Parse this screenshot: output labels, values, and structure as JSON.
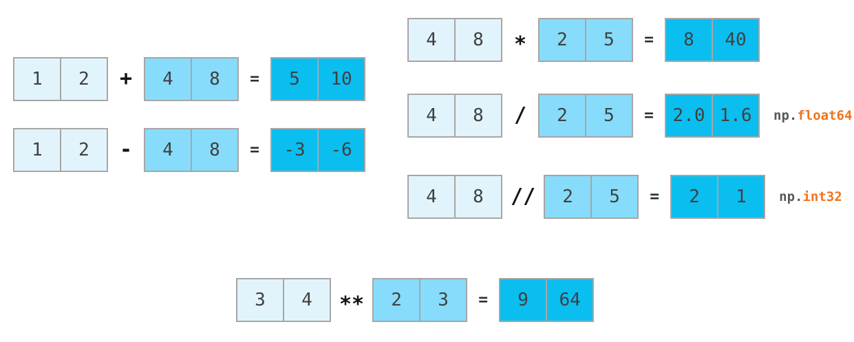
{
  "colors": {
    "operand1_bg": "#E2F4FB",
    "operand2_bg": "#86DCFA",
    "result_bg": "#0BBEF0",
    "cell_border": "#A6A6A6",
    "digit": "#404040",
    "operator": "#141414",
    "equals": "#2D2D2D",
    "annotation_prefix": "#595959",
    "annotation_type": "#F0731D"
  },
  "equations": [
    {
      "id": "add",
      "a": [
        "1",
        "2"
      ],
      "op": "+",
      "b": [
        "4",
        "8"
      ],
      "equals": "=",
      "result": [
        "5",
        "10"
      ]
    },
    {
      "id": "subtract",
      "a": [
        "1",
        "2"
      ],
      "op": "-",
      "b": [
        "4",
        "8"
      ],
      "equals": "=",
      "result": [
        "-3",
        "-6"
      ]
    },
    {
      "id": "multiply",
      "a": [
        "4",
        "8"
      ],
      "op": "*",
      "b": [
        "2",
        "5"
      ],
      "equals": "=",
      "result": [
        "8",
        "40"
      ]
    },
    {
      "id": "divide",
      "a": [
        "4",
        "8"
      ],
      "op": "/",
      "b": [
        "2",
        "5"
      ],
      "equals": "=",
      "result": [
        "2.0",
        "1.6"
      ],
      "annotation": {
        "prefix": "np.",
        "type": "float64"
      }
    },
    {
      "id": "floor-divide",
      "a": [
        "4",
        "8"
      ],
      "op": "//",
      "b": [
        "2",
        "5"
      ],
      "equals": "=",
      "result": [
        "2",
        "1"
      ],
      "annotation": {
        "prefix": "np.",
        "type": "int32"
      }
    },
    {
      "id": "power",
      "a": [
        "3",
        "4"
      ],
      "op": "**",
      "b": [
        "2",
        "3"
      ],
      "equals": "=",
      "result": [
        "9",
        "64"
      ]
    }
  ]
}
